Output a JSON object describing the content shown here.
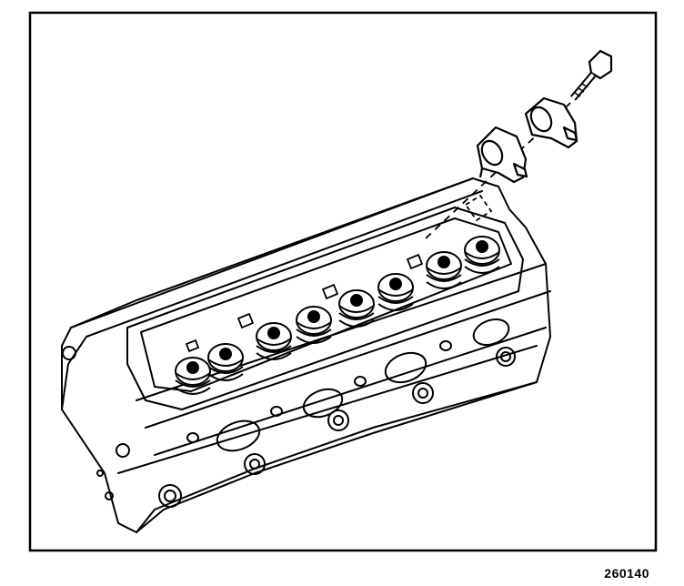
{
  "figure": {
    "id_label": "260140"
  },
  "colors": {
    "ink": "#000000",
    "paper": "#ffffff"
  },
  "parts": {
    "cylinder_head": "cylinder-head",
    "valve_springs": 8,
    "rocker_arm_pivots": 2,
    "bolts": 1
  }
}
